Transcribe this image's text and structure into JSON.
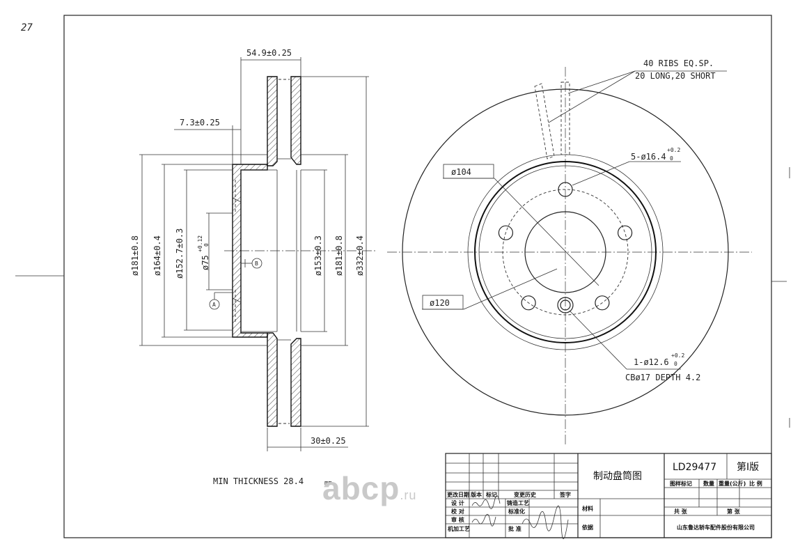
{
  "corner_note": "27",
  "side_view": {
    "dims": {
      "overall_width": "54.9±0.25",
      "hat_depth": "7.3±0.25",
      "flange_thickness": "30±0.25",
      "d181_left": "ø181±0.8",
      "d164": "ø164±0.4",
      "d152": "ø152.7±0.3",
      "d75": "ø75",
      "d75_tol_upper": "+0.12",
      "d75_tol_lower": "0",
      "d153": "ø153±0.3",
      "d181_right": "ø181±0.8",
      "d332": "ø332±0.4"
    },
    "datum_a": "A",
    "datum_b": "B"
  },
  "front_view": {
    "ribs_line1": "40 RIBS EQ.SP.",
    "ribs_line2": "20 LONG,20 SHORT",
    "holes_5": "5-ø16.4",
    "holes_5_tol_upper": "+0.2",
    "holes_5_tol_lower": "0",
    "pcd": "ø104",
    "pilot": "ø120",
    "hole_1": "1-ø12.6",
    "hole_1_tol_upper": "+0.2",
    "hole_1_tol_lower": "0",
    "counterbore": "CBø17 DEPTH 4.2"
  },
  "min_thickness": "MIN THICKNESS 28.4",
  "min_thickness_unit": "mm",
  "title_block": {
    "drawing_name": "制动盘筒图",
    "part_no": "LD29477",
    "edition": "第Ⅰ版",
    "rev_headers": [
      "更改日期",
      "版本",
      "标记",
      "变更历史",
      "签字"
    ],
    "left_rows": [
      "设 计",
      "校 对",
      "审 核",
      "机加工艺"
    ],
    "mid_rows": [
      "铸造工艺",
      "标准化",
      "",
      "批 准"
    ],
    "right_labels": [
      "材料",
      "",
      "依据"
    ],
    "stage_headers": [
      "图样标记",
      "数量",
      "重量(公斤)",
      "比 例"
    ],
    "sheet_total": "共 张",
    "sheet_no": "第 张",
    "company": "山东鲁达轿车配件股份有限公司"
  },
  "watermark": "abcp",
  "watermark_tld": ".ru"
}
